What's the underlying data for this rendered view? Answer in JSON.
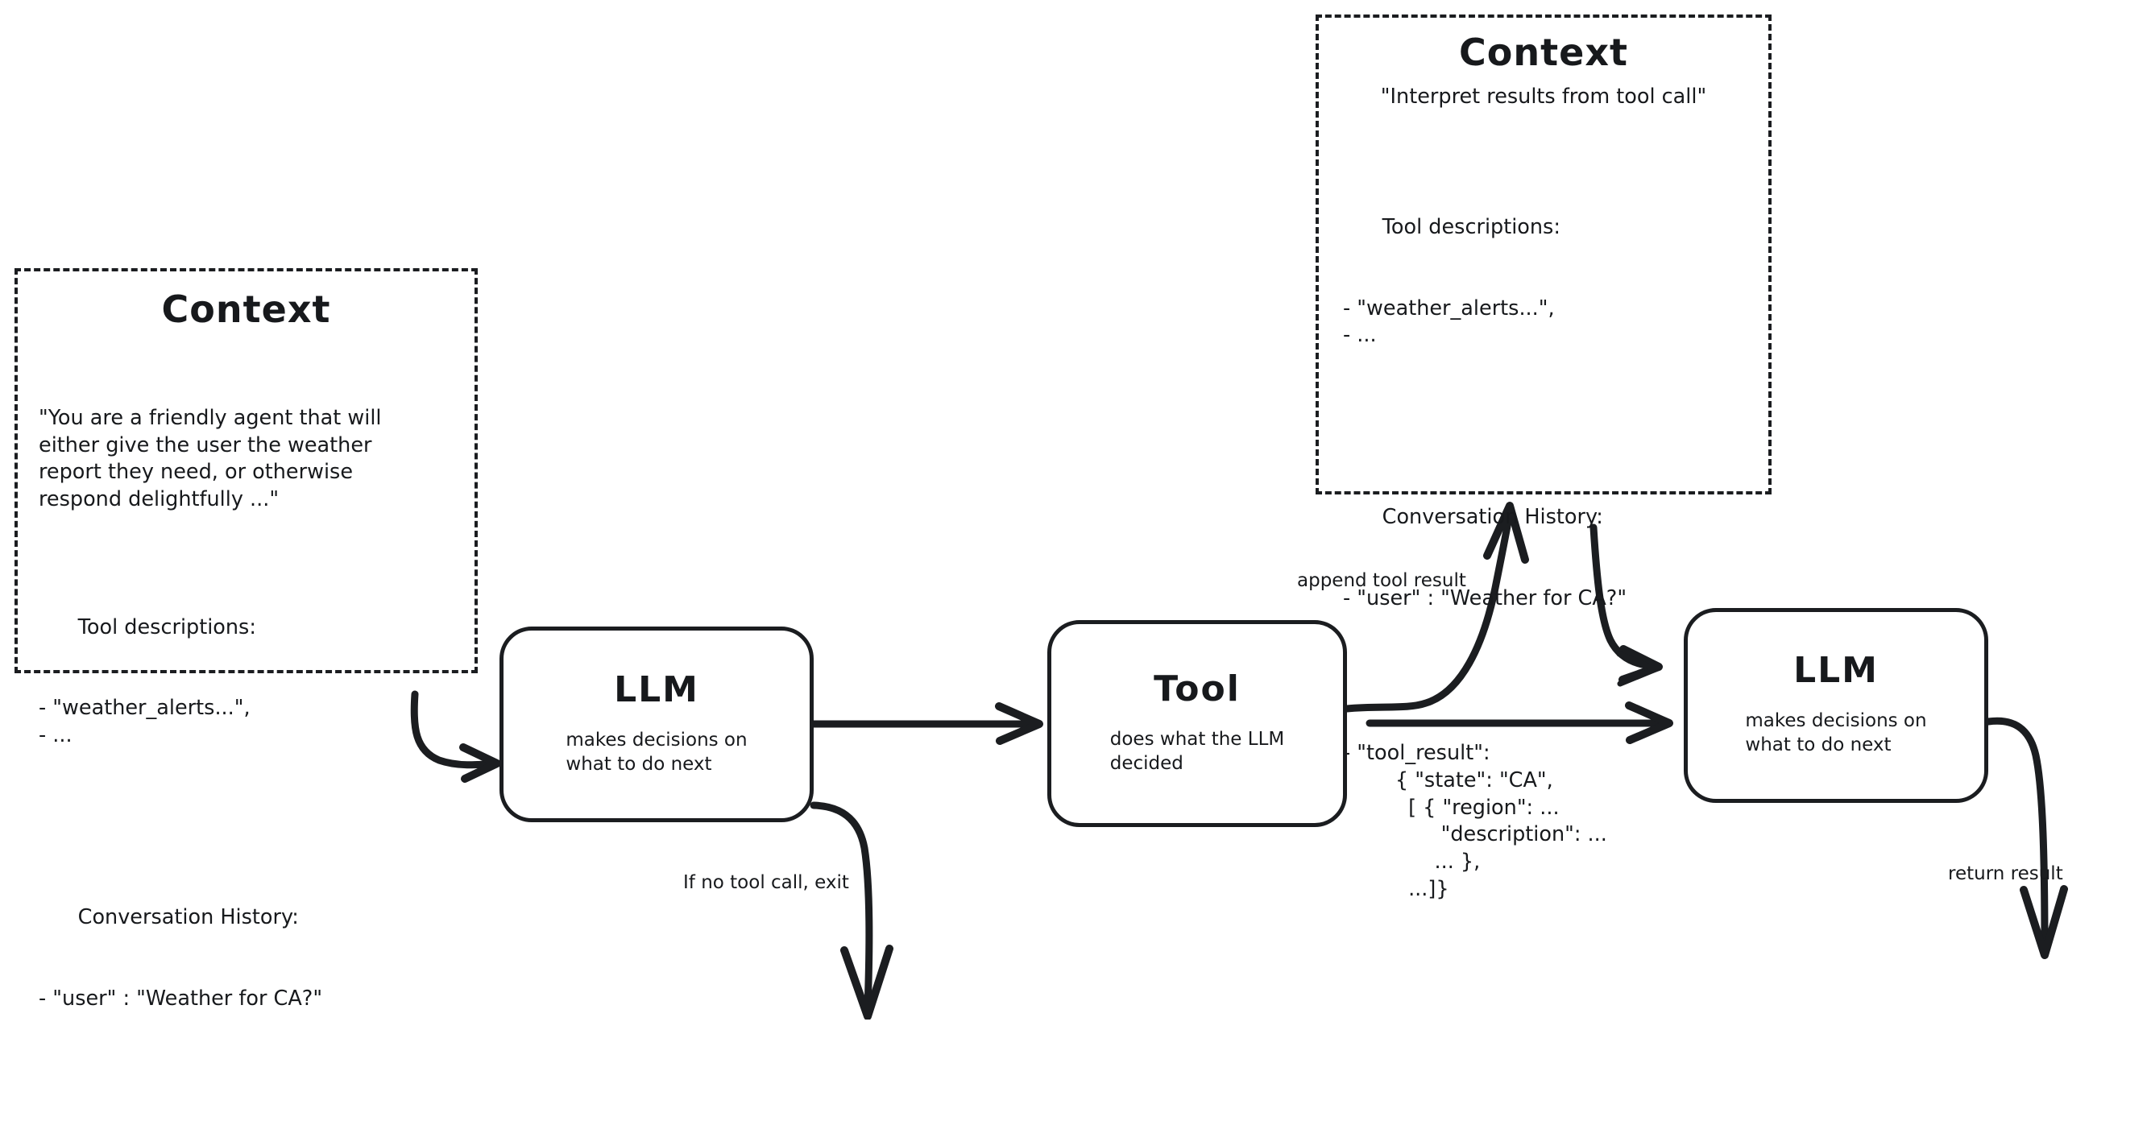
{
  "diagram": {
    "title": "Agent loop with LLM, tool call and context",
    "type": "flow-diagram",
    "stroke_color": "#1b1d20",
    "background_color": "#ffffff"
  },
  "context_left": {
    "title": "Context",
    "system_prompt": "\"You are a friendly agent that will\neither give the user the weather\nreport they need, or otherwise\nrespond delightfully ...\"",
    "tool_descriptions_heading": "Tool descriptions:",
    "tool_descriptions_items": "- \"weather_alerts...\",\n- ...",
    "conversation_history_heading": "Conversation History:",
    "conversation_history_items": "- \"user\" : \"Weather for CA?\""
  },
  "context_right": {
    "title": "Context",
    "quote": "\"Interpret results from tool call\"",
    "tool_descriptions_heading": "Tool descriptions:",
    "tool_descriptions_items": "- \"weather_alerts...\",\n- ...",
    "conversation_history_heading": "Conversation History:",
    "conversation_history_user": "- \"user\" : \"Weather for CA?\"",
    "tool_result": "- \"tool_result\":\n        { \"state\": \"CA\",\n          [ { \"region\": ...\n               \"description\": ...\n              ... },\n          ...]}"
  },
  "nodes": {
    "llm_1": {
      "title": "LLM",
      "subtitle": "makes decisions on\nwhat to do next"
    },
    "tool": {
      "title": "Tool",
      "subtitle": "does what the LLM\ndecided"
    },
    "llm_2": {
      "title": "LLM",
      "subtitle": "makes decisions on\nwhat to do next"
    }
  },
  "edges": {
    "context_to_llm1": "",
    "llm1_to_tool": "",
    "llm1_exit": "If no tool call, exit",
    "tool_to_context": "append tool result",
    "tool_to_llm2": "",
    "context_to_llm2": "",
    "llm2_return": "return result"
  }
}
